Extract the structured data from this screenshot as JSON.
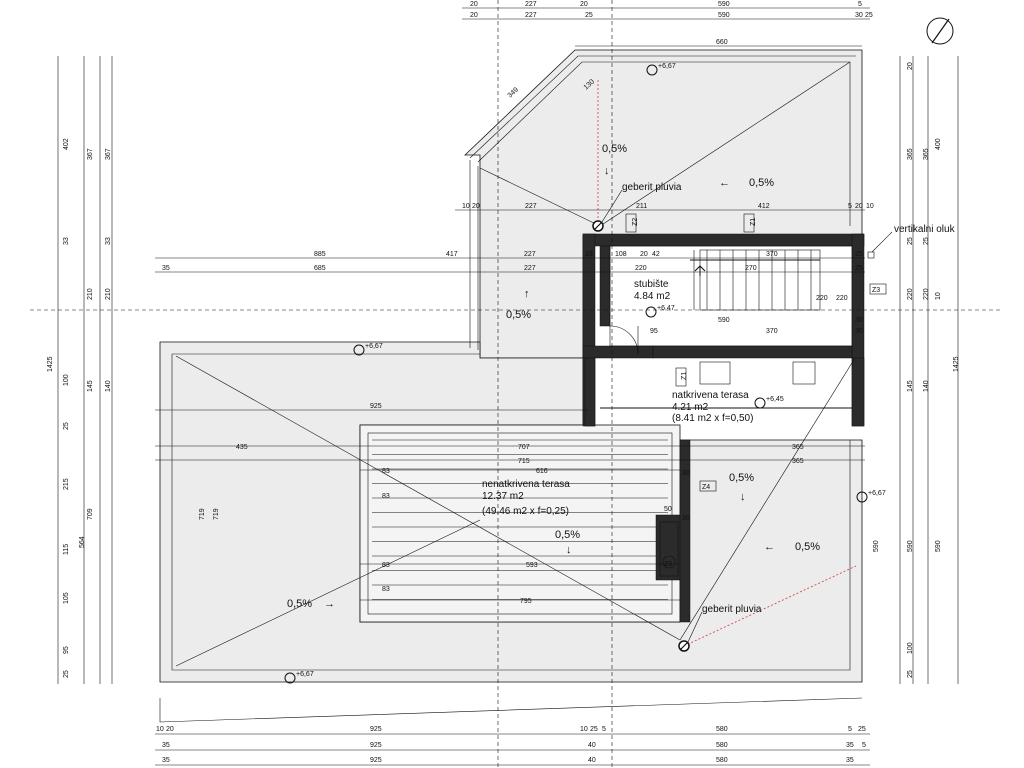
{
  "labels": {
    "rooms": [
      {
        "name": "stubište",
        "area": "4.84 m2"
      },
      {
        "name": "natkrivena terasa",
        "area": "4.21 m2",
        "calc": "(8.41 m2 x f=0,50)"
      },
      {
        "name": "nenatkrivena terasa",
        "area": "12.37 m2",
        "calc": "(49.46 m2 x f=0,25)"
      }
    ],
    "slopes": [
      "0,5%",
      "0,5%",
      "0,5%",
      "0,5%",
      "0,5%",
      "0,5%",
      "0,5%"
    ],
    "drains": [
      "geberit pluvia",
      "geberit pluvia"
    ],
    "gutter": "vertikalni oluk",
    "levels": [
      "+6,67",
      "+6,47",
      "+6,67",
      "+6,45",
      "+6,67",
      "+6,67"
    ],
    "tags": [
      "Z2",
      "Z1",
      "Z3",
      "Z1",
      "Z4",
      "Z5"
    ]
  },
  "dimensions": {
    "top_row1": [
      "20",
      "227",
      "20",
      "590",
      "5"
    ],
    "top_row2": [
      "20",
      "227",
      "25",
      "590",
      "30",
      "25"
    ],
    "top_660": "660",
    "diag_349": "349",
    "diag_130": "130",
    "inner": [
      "10",
      "20",
      "227",
      "211",
      "412",
      "5",
      "20",
      "10",
      "885",
      "417",
      "227",
      "33",
      "108",
      "20",
      "42",
      "370",
      "25",
      "35",
      "685",
      "227",
      "220",
      "270",
      "25"
    ],
    "stair": [
      "590",
      "370",
      "30",
      "95",
      "30",
      "220",
      "220"
    ],
    "mid": [
      "925",
      "707",
      "365",
      "435",
      "715",
      "365",
      "616",
      "30",
      "50",
      "30",
      "593",
      "795",
      "83",
      "83",
      "83",
      "83"
    ],
    "left_outer": [
      "402",
      "367",
      "367",
      "33",
      "33",
      "210",
      "210",
      "1425",
      "100",
      "145",
      "140",
      "25",
      "215",
      "709",
      "564",
      "719",
      "719",
      "115",
      "105",
      "95",
      "25"
    ],
    "right_outer": [
      "20",
      "400",
      "365",
      "365",
      "25",
      "25",
      "220",
      "220",
      "10",
      "1425",
      "145",
      "140",
      "590",
      "590",
      "590",
      "100",
      "25"
    ],
    "bottom_row1": [
      "10",
      "20",
      "925",
      "10",
      "25",
      "5",
      "580",
      "5",
      "25"
    ],
    "bottom_row2": [
      "35",
      "925",
      "40",
      "580",
      "35",
      "5"
    ],
    "bottom_row3": [
      "35",
      "925",
      "40",
      "580",
      "35"
    ]
  },
  "colors": {
    "wall": "#2b2b2b",
    "roof": "#ececec",
    "drain_line": "#d23a3a"
  }
}
